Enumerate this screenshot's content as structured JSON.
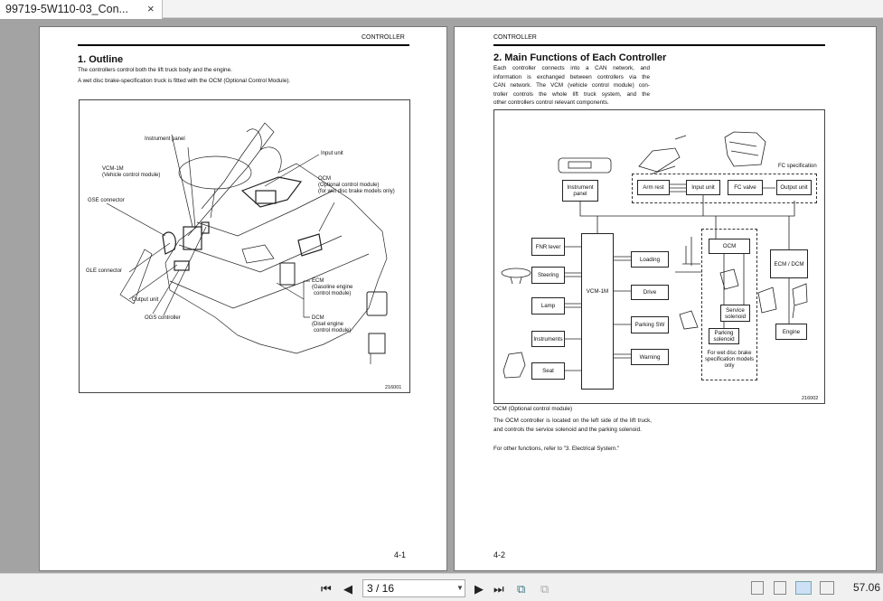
{
  "tab": {
    "title": "99719-5W110-03_Con...",
    "close": "×"
  },
  "left_page": {
    "header": "CONTROLLER",
    "title": "1.  Outline",
    "paragraphs": [
      "The controllers control both the lift truck body and the engine.",
      "A wet disc brake-specification truck is fitted with the OCM (Optional Control Module)."
    ],
    "figure": {
      "labels": {
        "instrument_panel": "Instrument panel",
        "input_unit": "Input unit",
        "vcm": "VCM-1M",
        "vcm_sub": "(Vehicle control module)",
        "gse": "GSE connector",
        "ocm": "OCM",
        "ocm_sub1": "(Optional control module)",
        "ocm_sub2": "(for wet disc brake models only)",
        "gle": "GLE connector",
        "output_unit": "Output unit",
        "ogs": "OGS controller",
        "ecm": "ECM",
        "ecm_sub1": "(Gasoline engine",
        "ecm_sub2": "control module)",
        "dcm": "DCM",
        "dcm_sub1": "(Disel engine",
        "dcm_sub2": "control module)"
      },
      "id": "216001"
    },
    "page_number": "4-1"
  },
  "right_page": {
    "header": "CONTROLLER",
    "title": "2.  Main Functions of Each Controller",
    "intro_lines": [
      "Each controller connects into a CAN network, and",
      "information is exchanged between controllers via the",
      "CAN network. The VCM (vehicle control module) con-",
      "troller controls the whole lift truck system, and the",
      "other controllers control relevant components."
    ],
    "diagram": {
      "fc_spec": "FC specification",
      "instrument_panel": "Instrument panel",
      "arm_rest": "Arm rest",
      "input_unit": "Input unit",
      "fc_valve": "FC valve",
      "output_unit": "Output unit",
      "vcm": "VCM-1M",
      "fnr": "FNR lever",
      "steering": "Steering",
      "lamp": "Lamp",
      "instruments": "Instruments",
      "seat": "Seat",
      "loading": "Loading",
      "drive": "Drive",
      "parking_sw": "Parking SW",
      "warning": "Warning",
      "ocm": "OCM",
      "service_solenoid": "Service solenoid",
      "parking_solenoid": "Parking solenoid",
      "wet_disc_note": "For wet disc brake specification models only",
      "ecm_dcm": "ECM / DCM",
      "engine": "Engine",
      "id": "216002"
    },
    "caption": "OCM (Optional control module)",
    "body": [
      "The OCM controller is located on the left side of the lift truck, and controls the service solenoid and the parking solenoid.",
      "For other functions, refer to \"3. Electrical System.\""
    ],
    "page_number": "4-2"
  },
  "toolbar": {
    "page_value": "3 / 16",
    "zoom": "57.06",
    "icons": [
      "first-page-icon",
      "prev-page-icon",
      "next-page-icon",
      "last-page-icon",
      "fit-page-icon",
      "fit-width-icon",
      "single-page-icon",
      "continuous-icon",
      "two-page-icon",
      "two-page-continuous-icon"
    ],
    "active_view": "two-page"
  }
}
